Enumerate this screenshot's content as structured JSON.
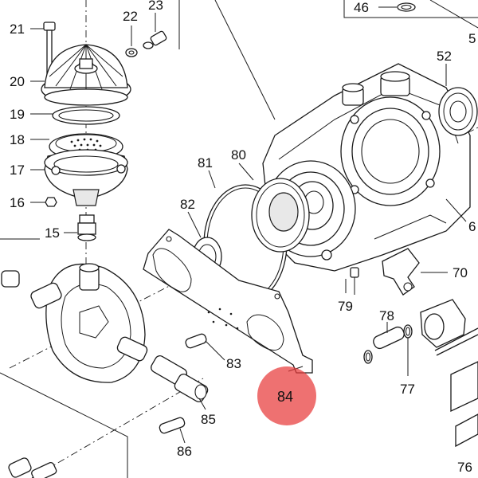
{
  "diagram": {
    "labels": [
      "21",
      "22",
      "23",
      "46",
      "20",
      "19",
      "18",
      "17",
      "16",
      "15",
      "52",
      "81",
      "80",
      "82",
      "79",
      "70",
      "78",
      "77",
      "83",
      "85",
      "84",
      "86",
      "76",
      "6",
      "5"
    ],
    "highlight": {
      "label": "84",
      "color": "#e83a3a",
      "opacity": 0.72
    }
  }
}
